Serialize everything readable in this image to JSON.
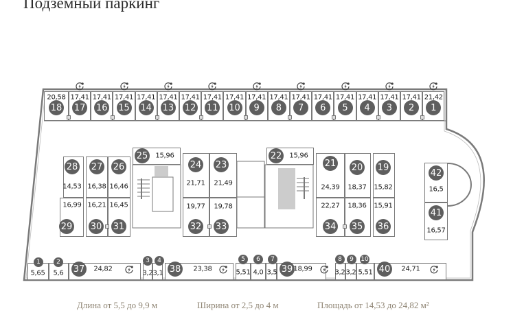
{
  "title": "Подземный паркинг",
  "colors": {
    "badge": "#5e5e5e",
    "lines": "#7a7a7a",
    "footer_text": "#8f8574"
  },
  "icons": {
    "ev": "ev-charger-icon",
    "outlet": "outlet-square-icon"
  },
  "top_row": [
    {
      "num": "18",
      "area": "20,58",
      "ev": false
    },
    {
      "num": "17",
      "area": "17,41",
      "ev": true
    },
    {
      "num": "16",
      "area": "17,41",
      "ev": false
    },
    {
      "num": "15",
      "area": "17,41",
      "ev": true
    },
    {
      "num": "14",
      "area": "17,41",
      "ev": false
    },
    {
      "num": "13",
      "area": "17,41",
      "ev": true
    },
    {
      "num": "12",
      "area": "17,41",
      "ev": false
    },
    {
      "num": "11",
      "area": "17,41",
      "ev": true
    },
    {
      "num": "10",
      "area": "17,41",
      "ev": false
    },
    {
      "num": "9",
      "area": "17,41",
      "ev": true
    },
    {
      "num": "8",
      "area": "17,41",
      "ev": false
    },
    {
      "num": "7",
      "area": "17,41",
      "ev": true
    },
    {
      "num": "6",
      "area": "17,41",
      "ev": false
    },
    {
      "num": "5",
      "area": "17,41",
      "ev": true
    },
    {
      "num": "4",
      "area": "17,41",
      "ev": false
    },
    {
      "num": "3",
      "area": "17,41",
      "ev": true
    },
    {
      "num": "2",
      "area": "17,41",
      "ev": false
    },
    {
      "num": "1",
      "area": "21,42",
      "ev": true
    }
  ],
  "middle": [
    {
      "num": "28",
      "area": "14,53"
    },
    {
      "num": "27",
      "area": "16,38"
    },
    {
      "num": "26",
      "area": "16,46"
    },
    {
      "num": "29",
      "area": "16,99"
    },
    {
      "num": "30",
      "area": "16,21"
    },
    {
      "num": "31",
      "area": "16,45"
    },
    {
      "num": "25",
      "area": "15,96"
    },
    {
      "num": "24",
      "area": "21,71"
    },
    {
      "num": "23",
      "area": "21,49"
    },
    {
      "num": "32",
      "area": "19,77"
    },
    {
      "num": "33",
      "area": "19,78"
    },
    {
      "num": "22",
      "area": "15,96"
    },
    {
      "num": "21",
      "area": "24,39"
    },
    {
      "num": "20",
      "area": "18,37"
    },
    {
      "num": "19",
      "area": "15,82"
    },
    {
      "num": "34",
      "area": "22,27"
    },
    {
      "num": "35",
      "area": "18,36"
    },
    {
      "num": "36",
      "area": "15,91"
    },
    {
      "num": "42",
      "area": "16,5"
    },
    {
      "num": "41",
      "area": "16,57"
    }
  ],
  "bottom": [
    {
      "num": "1",
      "area": "5,65",
      "ev": false
    },
    {
      "num": "2",
      "area": "5,6",
      "ev": false
    },
    {
      "num": "37",
      "area": "24,82",
      "ev": true
    },
    {
      "num": "3",
      "area": "3,2",
      "ev": false
    },
    {
      "num": "4",
      "area": "3,1",
      "ev": false
    },
    {
      "num": "38",
      "area": "23,38",
      "ev": true
    },
    {
      "num": "5",
      "area": "5,51",
      "ev": false
    },
    {
      "num": "6",
      "area": "4,0",
      "ev": false
    },
    {
      "num": "7",
      "area": "3,5",
      "ev": false
    },
    {
      "num": "39",
      "area": "18,99",
      "ev": true
    },
    {
      "num": "8",
      "area": "3,2",
      "ev": false
    },
    {
      "num": "9",
      "area": "3,2",
      "ev": false
    },
    {
      "num": "10",
      "area": "5,51",
      "ev": false
    },
    {
      "num": "40",
      "area": "24,71",
      "ev": true
    }
  ],
  "footer": {
    "length": "Длина от 5,5  до 9,9 м",
    "width": "Ширина от 2,5 до 4 м",
    "area": "Площадь от  14,53 до 24,82 м²"
  }
}
